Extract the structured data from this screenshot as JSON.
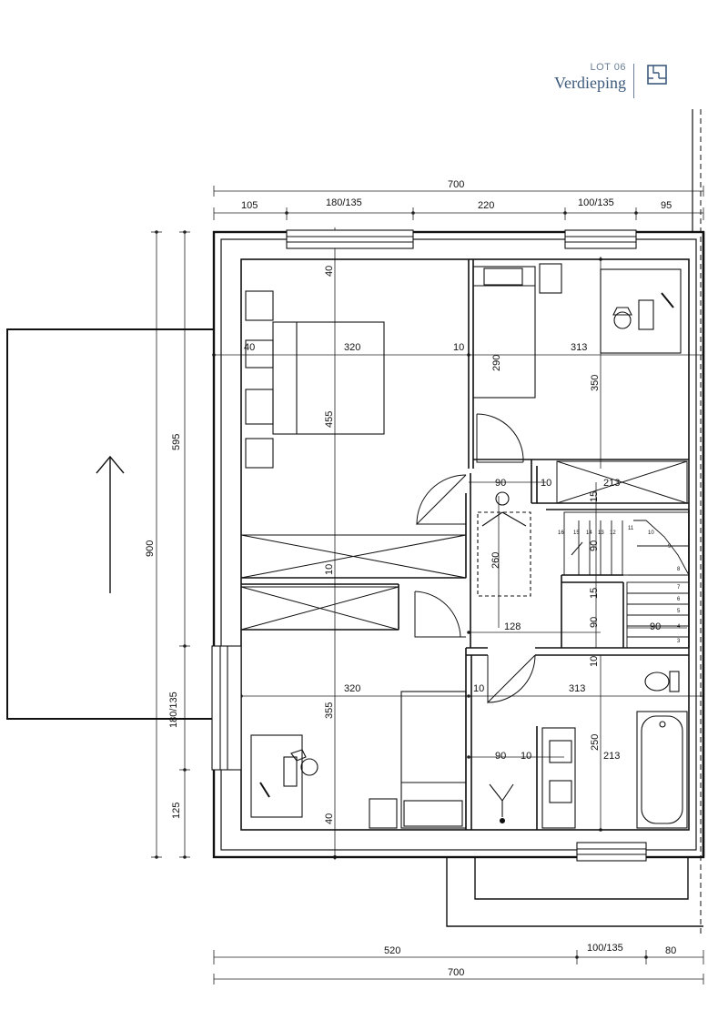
{
  "header": {
    "lot": "LOT 06",
    "title": "Verdieping",
    "icon": "floorplan-icon",
    "accent": "#3c5a7c"
  },
  "dimensions": {
    "top_total": "700",
    "top_105": "105",
    "top_180": "180/135",
    "top_220": "220",
    "top_100": "100/135",
    "top_95": "95",
    "left_595": "595",
    "left_900": "900",
    "left_180": "180/135",
    "left_125": "125",
    "bottom_520": "520",
    "bottom_100": "100/135",
    "bottom_80": "80",
    "bottom_total": "700",
    "room_40_top": "40",
    "room_40_left": "40",
    "room_320_top": "320",
    "room_10_mid": "10",
    "room_313_top": "313",
    "room_455": "455",
    "room_290": "290",
    "room_350": "350",
    "room_90_hall": "90",
    "room_10_hall": "10",
    "room_213_top": "213",
    "room_15_top": "15",
    "room_260": "260",
    "room_10_left": "10",
    "room_90_stair": "90",
    "room_15_mid": "15",
    "room_90_lower": "90",
    "room_128": "128",
    "room_90_right": "90",
    "room_10_right": "10",
    "room_320_bottom": "320",
    "room_10_bath": "10",
    "room_313_bath": "313",
    "room_355": "355",
    "room_250": "250",
    "room_90_bath": "90",
    "room_10_bath2": "10",
    "room_213_bath": "213",
    "room_40_bottom": "40"
  },
  "stair_steps": [
    "16",
    "15",
    "14",
    "13",
    "12",
    "11",
    "10",
    "9",
    "8",
    "7",
    "6",
    "5",
    "4",
    "3"
  ]
}
